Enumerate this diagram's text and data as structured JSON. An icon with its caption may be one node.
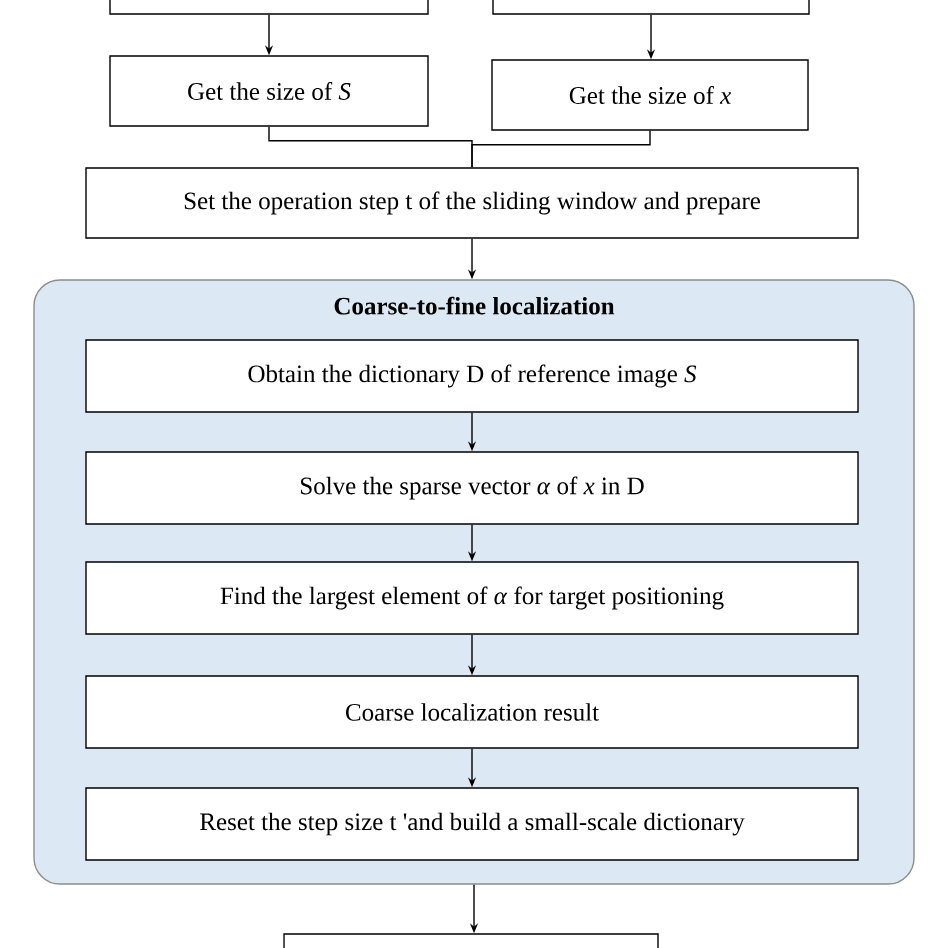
{
  "diagram": {
    "nodes": [
      {
        "text": [],
        "shape": "box"
      },
      {
        "text": [],
        "shape": "box"
      },
      {
        "text": [
          "Get the size of *S*"
        ]
      },
      {
        "text": [
          "Get the size of *x*"
        ]
      },
      {
        "text": [
          "Set the operation step t of the sliding window and prepare"
        ]
      },
      {
        "text": [
          "Coarse-to-fine localization"
        ]
      },
      {
        "text": [
          "Obtain the dictionary D of reference image *S*"
        ],
        "in": 5
      },
      {
        "text": [
          "Solve the sparse vector *α* of *x* in D"
        ],
        "in": 5
      },
      {
        "text": [
          "Find the largest element of *α* for target positioning"
        ],
        "in": 5
      },
      {
        "text": [
          "Coarse localization result"
        ],
        "in": 5
      },
      {
        "text": [
          "Reset the step size t 'and build a small-scale dictionary"
        ],
        "in": 5
      },
      {
        "text": [],
        "shape": "box"
      }
    ],
    "edges": [
      {
        "from": 0,
        "to": 2,
        "arrow": "to"
      },
      {
        "from": 1,
        "to": 3,
        "arrow": "to"
      },
      {
        "from": 2,
        "to": 4,
        "arrow": "none"
      },
      {
        "from": 3,
        "to": 4,
        "arrow": "none"
      },
      {
        "from": 4,
        "to": 5,
        "arrow": "to"
      },
      {
        "from": 6,
        "to": 7,
        "arrow": "to"
      },
      {
        "from": 7,
        "to": 8,
        "arrow": "to"
      },
      {
        "from": 8,
        "to": 9,
        "arrow": "to"
      },
      {
        "from": 9,
        "to": 10,
        "arrow": "to"
      },
      {
        "from": 5,
        "to": 11,
        "arrow": "to"
      }
    ]
  }
}
